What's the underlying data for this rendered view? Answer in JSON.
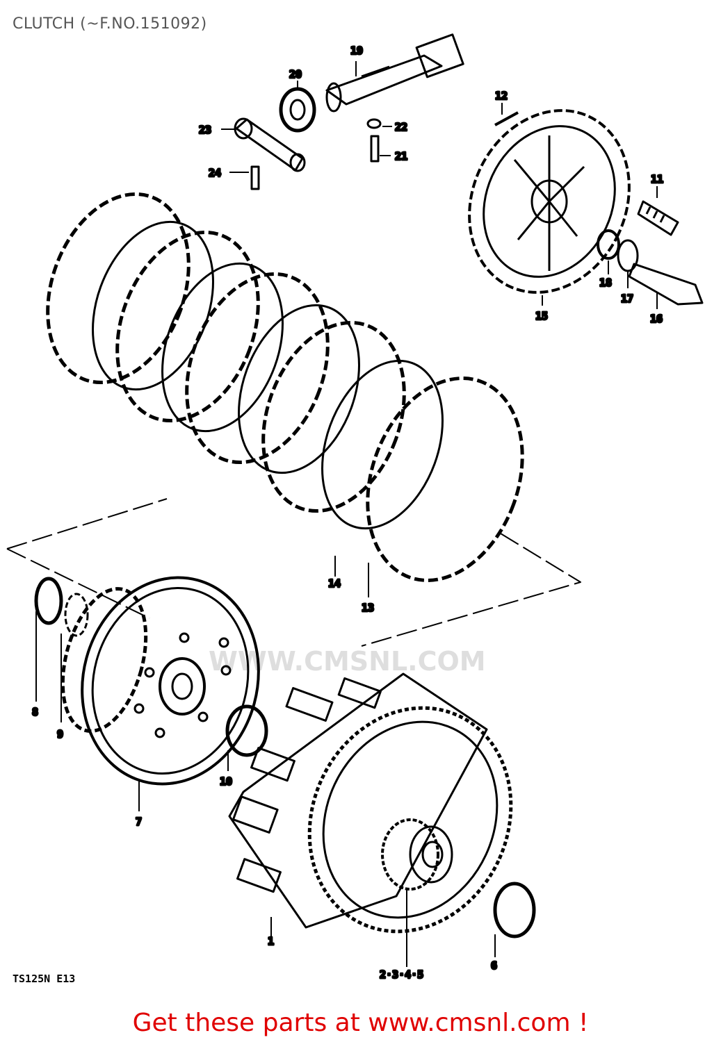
{
  "header": {
    "title": "CLUTCH (~F.NO.151092)"
  },
  "diagram": {
    "model_code": "TS125N E13",
    "callouts": {
      "c1": "1",
      "c2345": "2·3·4·5",
      "c6": "6",
      "c7": "7",
      "c8": "8",
      "c9": "9",
      "c10": "10",
      "c11": "11",
      "c12": "12",
      "c13": "13",
      "c14": "14",
      "c15": "15",
      "c16": "16",
      "c17": "17",
      "c18": "18",
      "c19": "19",
      "c20": "20",
      "c21": "21",
      "c22": "22",
      "c23": "23",
      "c24": "24"
    },
    "watermark": "WWW.CMSNL.COM"
  },
  "footer": {
    "cta": "Get these parts at www.cmsnl.com !"
  },
  "colors": {
    "cta": "#e00000",
    "title": "#555555",
    "line": "#000000"
  }
}
